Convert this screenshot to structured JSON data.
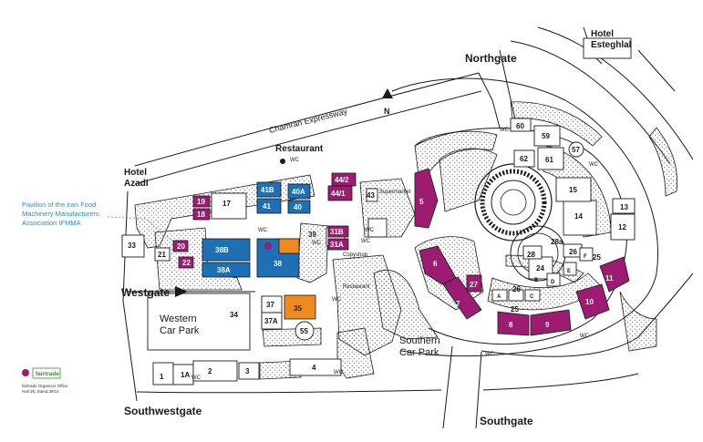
{
  "colors": {
    "magenta": "#9c1c72",
    "blue": "#1e6fb4",
    "orange": "#ef8a1e",
    "light_blue_text": "#2a8fc9",
    "legend_green": "#3a8b3a"
  },
  "gates": {
    "north": "Northgate",
    "west": "Westgate",
    "south": "Southgate",
    "southwest": "Southwestgate"
  },
  "places": {
    "hotel_esteghlal_1": "Hotel",
    "hotel_esteghlal_2": "Esteghlal",
    "hotel_azadi_1": "Hotel",
    "hotel_azadi_2": "Azadi",
    "restaurant": "Restaurant",
    "restaurant_small": "Restaurant",
    "expressway": "Chamran Expressway",
    "western_car_park_1": "Western",
    "western_car_park_2": "Car Park",
    "southern_car_park_1": "Southern",
    "southern_car_park_2": "Car Park",
    "supermarket": "Supermarket",
    "copyshop": "Copyshop",
    "wc": "WC",
    "north": "N"
  },
  "pavilion_note": [
    "Pavilion of the Iran Food",
    "Machinery Manufacturers",
    "Association IFMMA"
  ],
  "legend": {
    "logo": "fairtrade",
    "line1": "fairtrade Organizer Office",
    "line2": "Hall 38, Stand 38/14"
  },
  "halls": {
    "h1": "1",
    "h1a": "1A",
    "h2": "2",
    "h3": "3",
    "h4": "4",
    "h5": "5",
    "h6": "6",
    "h7": "7",
    "h8": "8",
    "h9": "9",
    "h10": "10",
    "h11": "11",
    "h12": "12",
    "h13": "13",
    "h14": "14",
    "h15": "15",
    "h17": "17",
    "h18": "18",
    "h19": "19",
    "h20": "20",
    "h21": "21",
    "h22": "22",
    "h24": "24",
    "h25": "25",
    "h26": "26",
    "h27": "27",
    "h28": "28",
    "h28a": "28a",
    "h31a": "31A",
    "h31b": "31B",
    "h33": "33",
    "h34": "34",
    "h35": "35",
    "h37": "37",
    "h37a": "37A",
    "h38": "38",
    "h38a": "38A",
    "h38b": "38B",
    "h39": "39",
    "h40": "40",
    "h40a": "40A",
    "h41": "41",
    "h41b": "41B",
    "h43": "43",
    "h44_1": "44/1",
    "h44_2": "44/2",
    "h55": "55",
    "h57": "57",
    "h59": "59",
    "h60": "60",
    "h61": "61",
    "h62": "62",
    "hA": "A",
    "hB": "B",
    "hC": "C",
    "hD": "D",
    "hE": "E",
    "hF": "F"
  }
}
